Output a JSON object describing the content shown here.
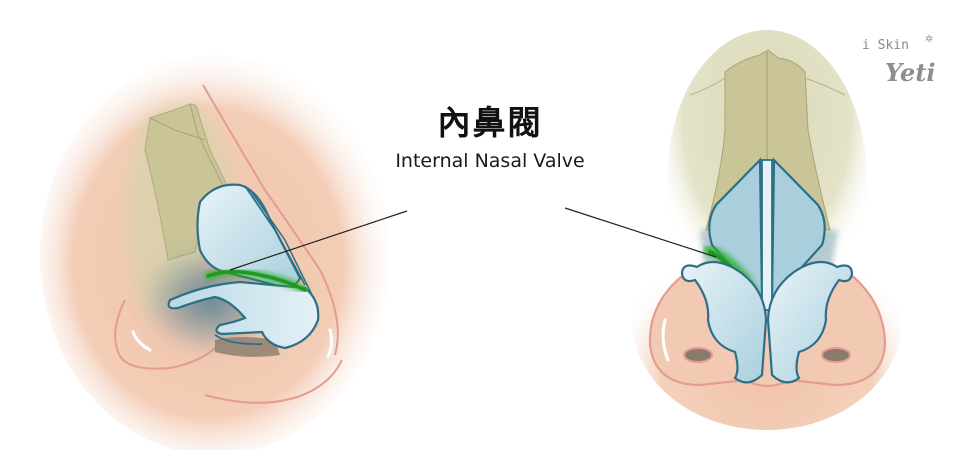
{
  "title": {
    "chinese": "內鼻閥",
    "english": "Internal Nasal Valve"
  },
  "watermark": {
    "line1": "i Skin",
    "star": "✲",
    "line2": "Yeti"
  },
  "figures": [
    {
      "id": "lateral-view",
      "label": "Side (lateral) view of nose with internal nasal valve highlighted"
    },
    {
      "id": "frontal-view",
      "label": "Front (frontal) view of nose with internal nasal valve highlighted"
    }
  ],
  "colors": {
    "skin": "#f2c9b3",
    "skin_line": "#e59a92",
    "bone": "#c9c79d",
    "cartilage_fill": "#cfe5ee",
    "cartilage_stroke": "#2e6f86",
    "valve_highlight": "#2fae2f",
    "shadow": "#5f8ea0",
    "nostril": "#8a7a6c",
    "leader_line": "#222222"
  }
}
